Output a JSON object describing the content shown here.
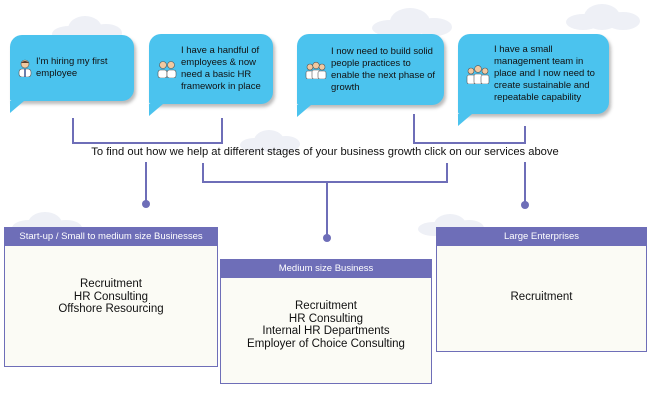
{
  "stages": [
    {
      "icon": "single-person-icon",
      "text": "I'm hiring my first employee"
    },
    {
      "icon": "two-people-icon",
      "text": "I have a handful of employees & now need a basic HR framework in place"
    },
    {
      "icon": "group-people-icon",
      "text": "I now need to build solid people practices to enable the next phase of growth"
    },
    {
      "icon": "team-icon",
      "text": "I have a small management team in place and I now need to create sustainable and repeatable capability"
    }
  ],
  "instruction": "To find out how we help at different stages of your business growth click on our services above",
  "segments": [
    {
      "title": "Start-up / Small to medium size Businesses",
      "services": [
        "Recruitment",
        "HR Consulting",
        "Offshore Resourcing"
      ]
    },
    {
      "title": "Medium size Business",
      "services": [
        "Recruitment",
        "HR Consulting",
        "Internal HR Departments",
        "Employer of Choice Consulting"
      ]
    },
    {
      "title": "Large Enterprises",
      "services": [
        "Recruitment"
      ]
    }
  ],
  "colors": {
    "bubble": "#4bc3ee",
    "panel_header": "#6e6eb8",
    "connector": "#6e6eb8",
    "cloud": "#eef0f6"
  }
}
